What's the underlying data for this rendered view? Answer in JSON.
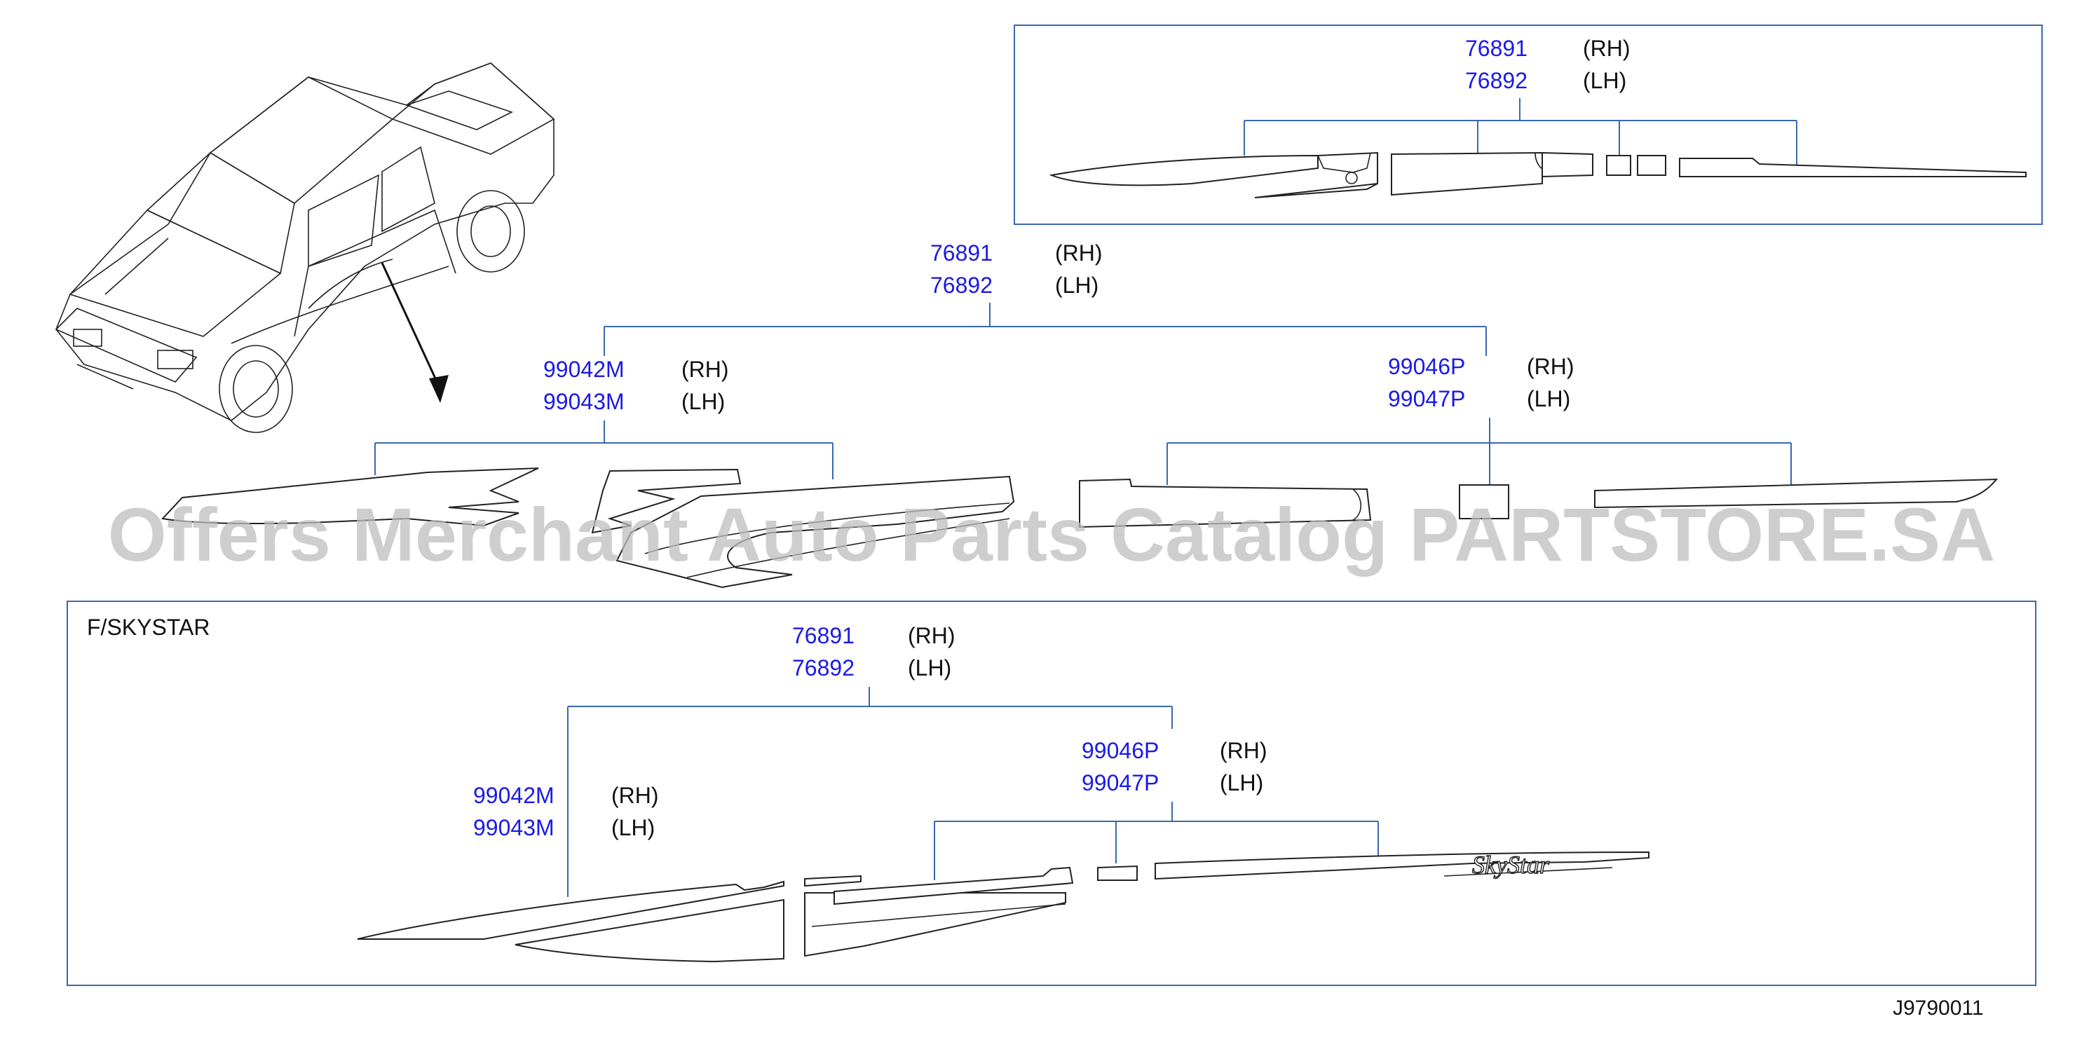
{
  "callouts": {
    "top_inset": {
      "rh_part": "76891",
      "rh_side": "(RH)",
      "lh_part": "76892",
      "lh_side": "(LH)"
    },
    "main_set": {
      "rh_part": "76891",
      "rh_side": "(RH)",
      "lh_part": "76892",
      "lh_side": "(LH)"
    },
    "main_front": {
      "rh_part": "99042M",
      "rh_side": "(RH)",
      "lh_part": "99043M",
      "lh_side": "(LH)"
    },
    "main_rear": {
      "rh_part": "99046P",
      "rh_side": "(RH)",
      "lh_part": "99047P",
      "lh_side": "(LH)"
    },
    "skystar_set": {
      "rh_part": "76891",
      "rh_side": "(RH)",
      "lh_part": "76892",
      "lh_side": "(LH)"
    },
    "skystar_rear": {
      "rh_part": "99046P",
      "rh_side": "(RH)",
      "lh_part": "99047P",
      "lh_side": "(LH)"
    },
    "skystar_front": {
      "rh_part": "99042M",
      "rh_side": "(RH)",
      "lh_part": "99043M",
      "lh_side": "(LH)"
    }
  },
  "skystar_frame": {
    "label": "F/SKYSTAR",
    "emblem_text": "SkyStar"
  },
  "watermark": "Offers Merchant Auto Parts Catalog PARTSTORE.SA",
  "diagram_code": "J9790011",
  "colors": {
    "part_number": "#1a1ae6",
    "leader_line": "#3a68b0",
    "watermark": "#bdbdbd"
  }
}
